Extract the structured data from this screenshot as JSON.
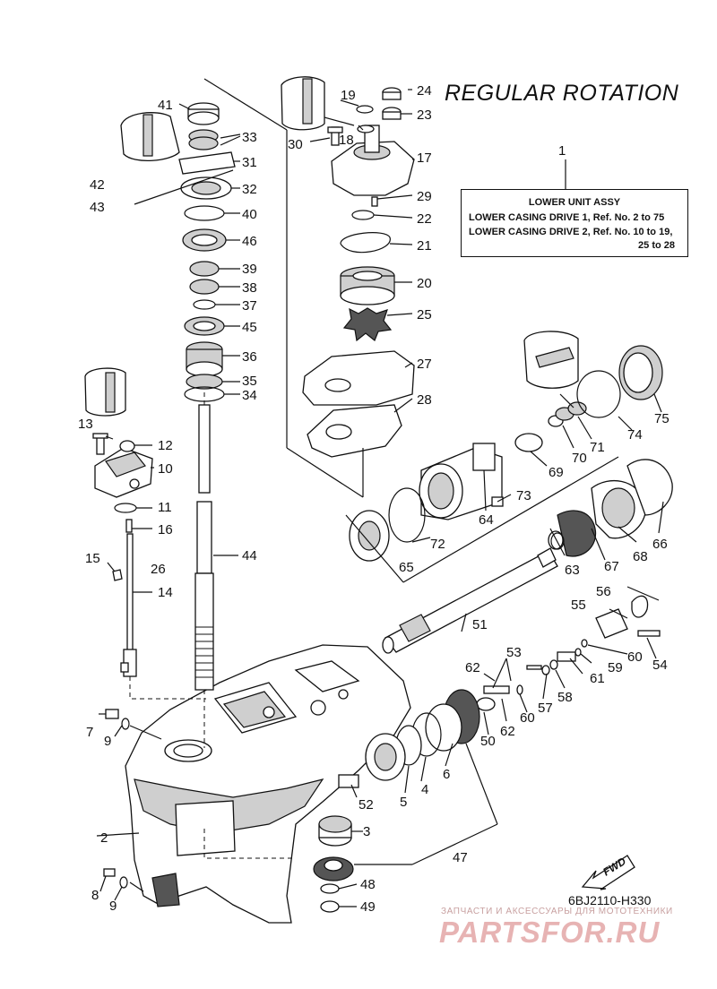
{
  "diagram": {
    "title": "REGULAR ROTATION",
    "assy_callout_number": "1",
    "assy_box": {
      "heading": "LOWER UNIT ASSY",
      "line1": "LOWER CASING DRIVE 1,  Ref. No. 2 to 75",
      "line2": "LOWER CASING DRIVE 2,  Ref. No. 10 to 19,",
      "line3": "25 to 28"
    },
    "drawing_code": "6BJ2110-H330",
    "fwd_label": "FWD",
    "watermark": {
      "caption": "ЗАПЧАСТИ И АКСЕССУАРЫ ДЛЯ МОТОТЕХНИКИ",
      "logo": "PARTSFOR.RU"
    },
    "callouts": {
      "n2": "2",
      "n3": "3",
      "n4": "4",
      "n5": "5",
      "n6": "6",
      "n7": "7",
      "n8": "8",
      "n9a": "9",
      "n9b": "9",
      "n10": "10",
      "n11": "11",
      "n12": "12",
      "n13": "13",
      "n14": "14",
      "n15": "15",
      "n16": "16",
      "n17": "17",
      "n18": "18",
      "n19": "19",
      "n20": "20",
      "n21": "21",
      "n22": "22",
      "n23": "23",
      "n24": "24",
      "n25": "25",
      "n26": "26",
      "n27": "27",
      "n28": "28",
      "n29": "29",
      "n30": "30",
      "n31": "31",
      "n32": "32",
      "n33": "33",
      "n34": "34",
      "n35": "35",
      "n36": "36",
      "n37": "37",
      "n38": "38",
      "n39": "39",
      "n40": "40",
      "n41": "41",
      "n42": "42",
      "n43": "43",
      "n44": "44",
      "n45": "45",
      "n46": "46",
      "n47": "47",
      "n48": "48",
      "n49": "49",
      "n50": "50",
      "n51": "51",
      "n52": "52",
      "n53": "53",
      "n54": "54",
      "n55": "55",
      "n56": "56",
      "n57": "57",
      "n58": "58",
      "n59": "59",
      "n60a": "60",
      "n60b": "60",
      "n61": "61",
      "n62a": "62",
      "n62b": "62",
      "n63": "63",
      "n64": "64",
      "n65": "65",
      "n66": "66",
      "n67": "67",
      "n68": "68",
      "n69": "69",
      "n70": "70",
      "n71": "71",
      "n72": "72",
      "n73": "73",
      "n74": "74",
      "n75": "75"
    }
  }
}
